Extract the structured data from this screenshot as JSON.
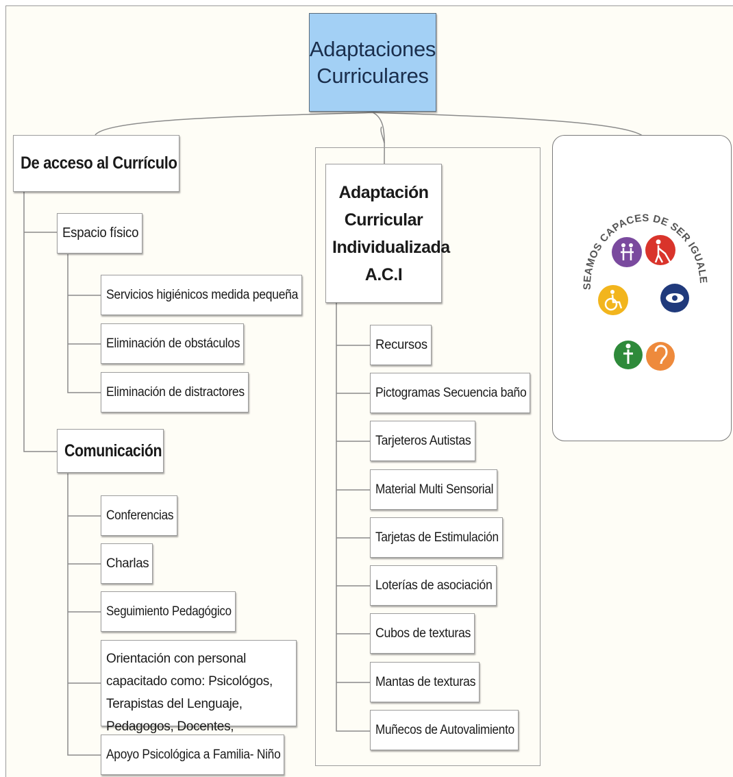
{
  "root": {
    "line1": "Adaptaciones",
    "line2": "Curriculares"
  },
  "access": {
    "title": "De acceso al Currículo",
    "espacio": {
      "title": "Espacio  físico",
      "items": [
        "Servicios higiénicos  medida pequeña",
        "Eliminación  de obstáculos",
        "Eliminación  de distractores"
      ]
    },
    "comunicacion": {
      "title": "Comunicación",
      "items": [
        "Conferencias",
        "Charlas",
        "Seguimiento Pedagógico",
        "Orientación con personal capacitado como:  Psicológos, Terapistas del Lenguaje, Pedagogos, Docentes,",
        "Apoyo Psicológica a Familia- Niño"
      ]
    }
  },
  "aci": {
    "title": "Adaptación Curricular Individualizada A.C.I",
    "items": [
      "Recursos",
      "Pictogramas  Secuencia baño",
      "Tarjeteros  Autistas",
      "Material Multi Sensorial",
      "Tarjetas de Estimulación",
      "Loterías de asociación",
      "Cubos de texturas",
      "Mantas de texturas",
      "Muñecos de Autovalimiento"
    ]
  },
  "logo": {
    "text": "SEAMOS CAPACES DE SER IGUALES",
    "icons": [
      {
        "name": "family-icon",
        "color": "#7a4a9e"
      },
      {
        "name": "blind-person-icon",
        "color": "#d9342b"
      },
      {
        "name": "wheelchair-icon",
        "color": "#f2b51d"
      },
      {
        "name": "eye-icon",
        "color": "#203a7c"
      },
      {
        "name": "person-icon",
        "color": "#2e8a3a"
      },
      {
        "name": "ear-icon",
        "color": "#ee8a3c"
      }
    ]
  }
}
